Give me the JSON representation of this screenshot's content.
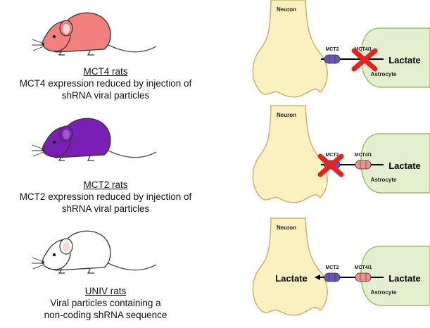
{
  "colors": {
    "rat_mct4": "#f47f7f",
    "rat_mct2": "#7a1fb5",
    "rat_univ": "#ffffff",
    "neuron_fill": "#fbf0c0",
    "neuron_stroke": "#c9b26a",
    "astrocyte_fill": "#e3efcf",
    "astrocyte_stroke": "#9bbf6f",
    "mct2_color": "#6a54b8",
    "mct41_color": "#f08f8f",
    "cross_color": "#e8201f"
  },
  "rows": [
    {
      "rat_color_key": "rat_mct4",
      "title": "MCT4 rats",
      "line1": "MCT4 expression reduced by injection of",
      "line2": "shRNA viral particles",
      "neuron_label": "Neuron",
      "astrocyte_label": "Astrocyte",
      "mct2_label": "MCT2",
      "mct41_label": "MCT4/1",
      "lactate_right": "Lactate",
      "lactate_left": "",
      "blocked": "mct41"
    },
    {
      "rat_color_key": "rat_mct2",
      "title": "MCT2 rats",
      "line1": "MCT2 expression reduced by injection of",
      "line2": "shRNA viral particles",
      "neuron_label": "Neuron",
      "astrocyte_label": "Astrocyte",
      "mct2_label": "MCT2",
      "mct41_label": "MCT4/1",
      "lactate_right": "Lactate",
      "lactate_left": "",
      "blocked": "mct2"
    },
    {
      "rat_color_key": "rat_univ",
      "title": "UNIV rats",
      "line1": "Viral particles containing a",
      "line2": "non-coding shRNA sequence",
      "neuron_label": "Neuron",
      "astrocyte_label": "Astrocyte",
      "mct2_label": "MCT2",
      "mct41_label": "MCT4/1",
      "lactate_right": "Lactate",
      "lactate_left": "Lactate",
      "blocked": "none"
    }
  ]
}
